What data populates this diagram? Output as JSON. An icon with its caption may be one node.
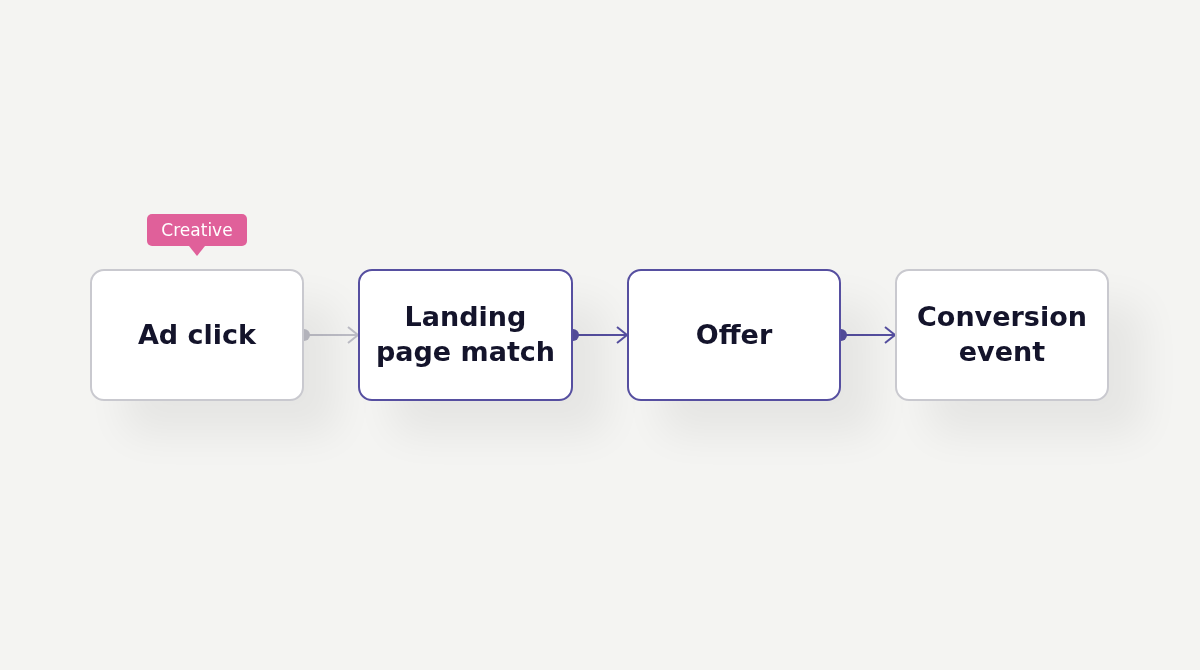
{
  "diagram": {
    "nodes": [
      {
        "text": [
          "Creative"
        ]
      },
      {
        "text": [
          "Ad click"
        ]
      },
      {
        "text": [
          "Landing page match"
        ]
      },
      {
        "text": [
          "Offer"
        ]
      },
      {
        "text": [
          "Conversion event"
        ]
      }
    ],
    "edges": [
      {
        "from": 1,
        "to": 2,
        "arrow": "to",
        "color": "#bdbdc6"
      },
      {
        "from": 2,
        "to": 3,
        "arrow": "to"
      },
      {
        "from": 3,
        "to": 4,
        "arrow": "to"
      }
    ]
  }
}
